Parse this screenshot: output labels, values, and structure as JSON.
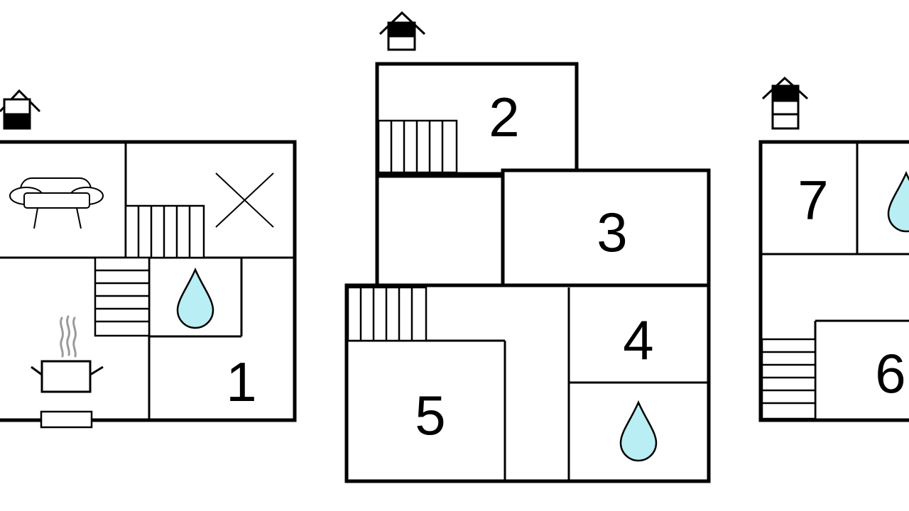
{
  "colors": {
    "wall": "#000000",
    "water": "#b8eef4",
    "steam": "#9a9a9a",
    "background": "#ffffff"
  },
  "floors": [
    {
      "id": "ground-floor",
      "floor_icon": "house-floor-indicator-ground-icon",
      "rooms": [
        {
          "label": "1"
        }
      ],
      "icons": [
        "sofa-icon",
        "cross-mark-icon",
        "water-drop-icon",
        "cooking-pot-icon",
        "stairs-icon",
        "heater-icon"
      ]
    },
    {
      "id": "middle-floor",
      "floor_icon": "house-floor-indicator-middle-icon",
      "rooms": [
        {
          "label": "2"
        },
        {
          "label": "3"
        },
        {
          "label": "4"
        },
        {
          "label": "5"
        }
      ],
      "icons": [
        "water-drop-icon",
        "stairs-icon"
      ]
    },
    {
      "id": "top-floor",
      "floor_icon": "house-floor-indicator-top-icon",
      "rooms": [
        {
          "label": "7"
        },
        {
          "label": "6"
        }
      ],
      "icons": [
        "water-drop-icon",
        "stairs-icon"
      ]
    }
  ]
}
